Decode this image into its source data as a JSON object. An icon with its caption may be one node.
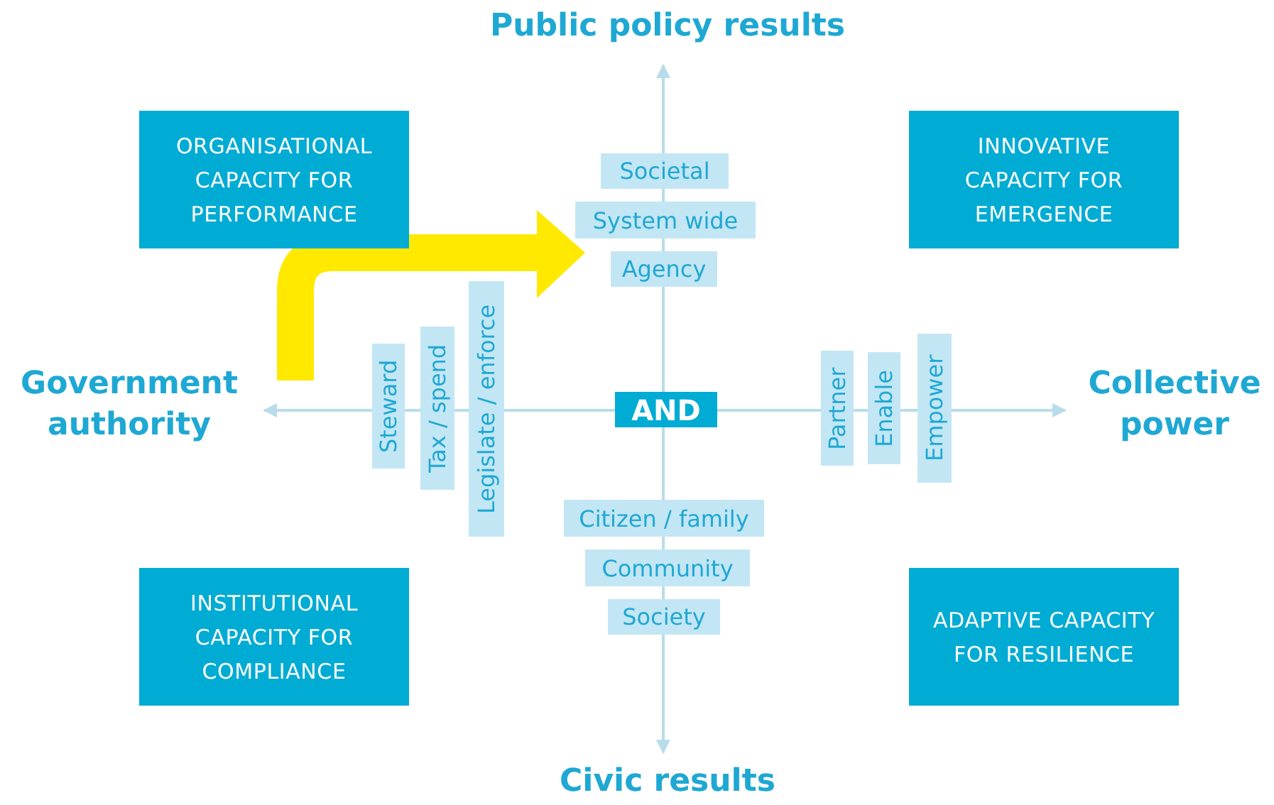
{
  "diagram": {
    "nodes": [
      {
        "text": [
          "ORGANISATIONAL CAPACITY FOR PERFORMANCE"
        ]
      },
      {
        "text": [
          "INNOVATIVE CAPACITY FOR EMERGENCE"
        ]
      },
      {
        "text": [
          "Societal"
        ]
      },
      {
        "text": [
          "System wide"
        ]
      },
      {
        "text": [
          "Agency"
        ]
      },
      {
        "text": [
          "Steward"
        ]
      },
      {
        "text": [
          "Tax / spend"
        ]
      },
      {
        "text": [
          "Legislate / enforce"
        ]
      },
      {
        "text": [
          "AND"
        ]
      },
      {
        "text": [
          "Partner"
        ]
      },
      {
        "text": [
          "Enable"
        ]
      },
      {
        "text": [
          "Empower"
        ]
      },
      {
        "text": [
          "Citizen / family"
        ]
      },
      {
        "text": [
          "Community"
        ]
      },
      {
        "text": [
          "Society"
        ]
      },
      {
        "text": [
          "INSTITUTIONAL CAPACITY FOR COMPLIANCE"
        ]
      },
      {
        "text": [
          "ADAPTIVE CAPACITY FOR RESILIENCE"
        ]
      }
    ],
    "labels": [
      "Public policy results",
      "Government authority",
      "Collective power",
      "Civic results"
    ]
  }
}
